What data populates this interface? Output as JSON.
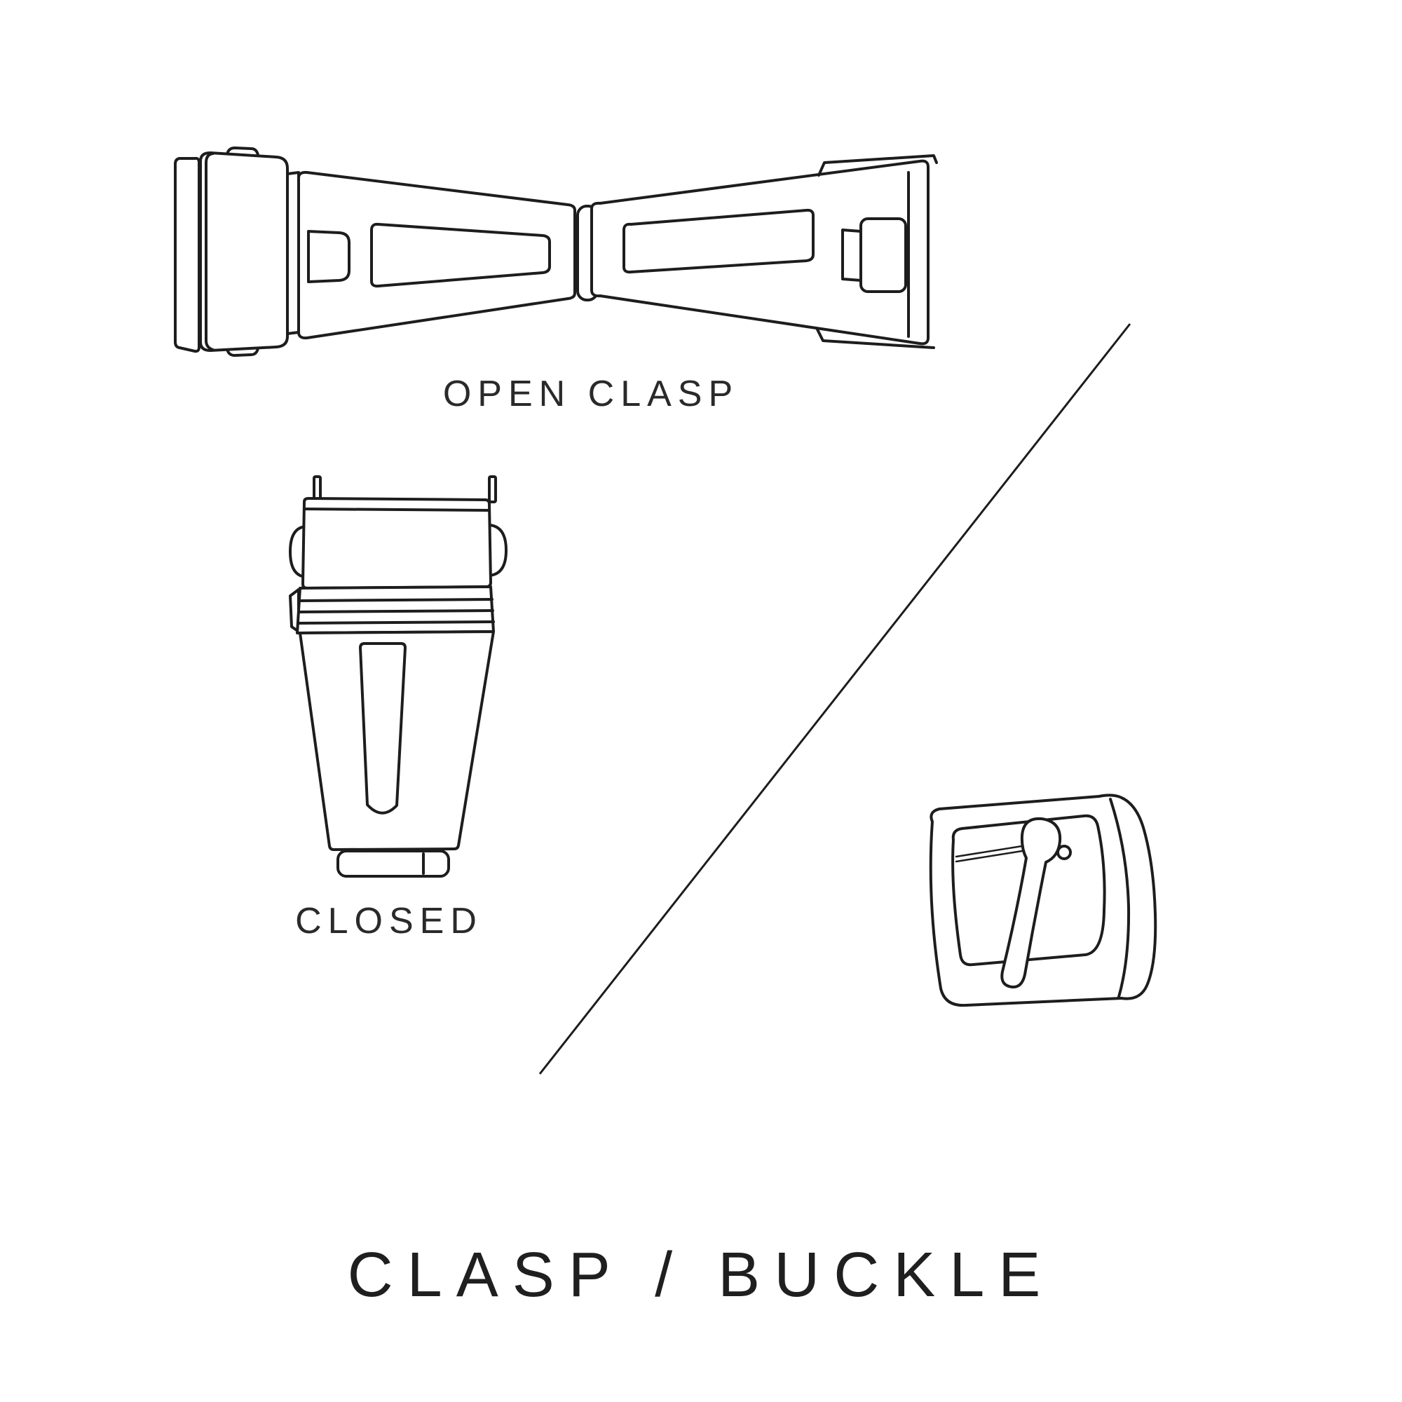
{
  "colors": {
    "background": "#ffffff",
    "line": "#1d1d1d",
    "text": "#2a2a2a"
  },
  "labels": {
    "open_clasp": "OPEN CLASP",
    "closed": "CLOSED"
  },
  "title": "CLASP / BUCKLE",
  "illustrations": {
    "open_clasp": "open-clasp-drawing",
    "closed_clasp": "closed-clasp-drawing",
    "buckle": "buckle-drawing",
    "divider": "diagonal-divider-line"
  }
}
